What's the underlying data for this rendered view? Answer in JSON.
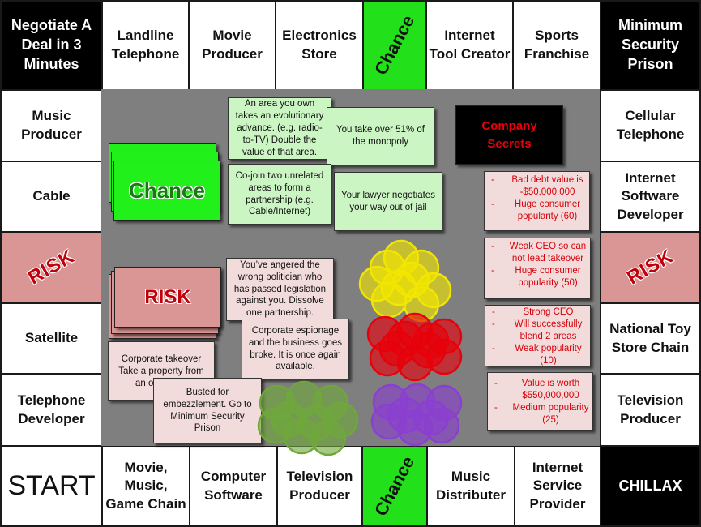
{
  "board": {
    "corners": {
      "top_left": "Negotiate A Deal in 3 Minutes",
      "top_right": "Minimum Security Prison",
      "bottom_left": "START",
      "bottom_right": "CHILLAX"
    },
    "top": [
      "Landline Telephone",
      "Movie Producer",
      "Electronics Store",
      "Chance",
      "Internet Tool Creator",
      "Sports Franchise"
    ],
    "left": [
      "Music Producer",
      "Cable",
      "RISK",
      "Satellite",
      "Telephone Developer"
    ],
    "right": [
      "Cellular Telephone",
      "Internet Software Developer",
      "RISK",
      "National Toy Store Chain",
      "Television Producer"
    ],
    "bottom": [
      "Movie, Music, Game Chain",
      "Computer Software",
      "Television Producer",
      "Chance",
      "Music Distributer",
      "Internet Service Provider"
    ]
  },
  "decks": {
    "chance_title": "Chance",
    "risk_title": "RISK"
  },
  "chance_cards": [
    "An area you own takes an evolutionary advance. (e.g. radio-to-TV) Double the value of that area.",
    "You take over 51% of the monopoly",
    "Co-join two unrelated areas to form a partnership (e.g. Cable/Internet)",
    "Your lawyer negotiates your way out of jail"
  ],
  "risk_cards": [
    "You’ve angered the wrong politician who has passed legislation against you. Dissolve one partnership.",
    "Corporate espionage and the business goes broke. It is once again available.",
    "Corporate takeover Take a property from an opponent",
    "Busted for embezzlement. Go to Minimum Security Prison"
  ],
  "secrets_title": "Company Secrets",
  "secrets": [
    [
      "Bad debt value is -$50,000,000",
      "Huge consumer popularity (60)"
    ],
    [
      "Weak CEO so can not lead takeover",
      "Huge consumer popularity (50)"
    ],
    [
      "Strong CEO",
      "Will successfully blend 2 areas",
      "Weak popularity (10)"
    ],
    [
      "Value is worth $550,000,000",
      "Medium popularity (25)"
    ]
  ],
  "colors": {
    "chance_green": "#22e01a",
    "risk_pink": "#d99694",
    "center_gray": "#7f7f7f",
    "token_yellow": "#f2e600",
    "token_red": "#e8000a",
    "token_green": "#6fa83a",
    "token_purple": "#8a3fd0"
  }
}
